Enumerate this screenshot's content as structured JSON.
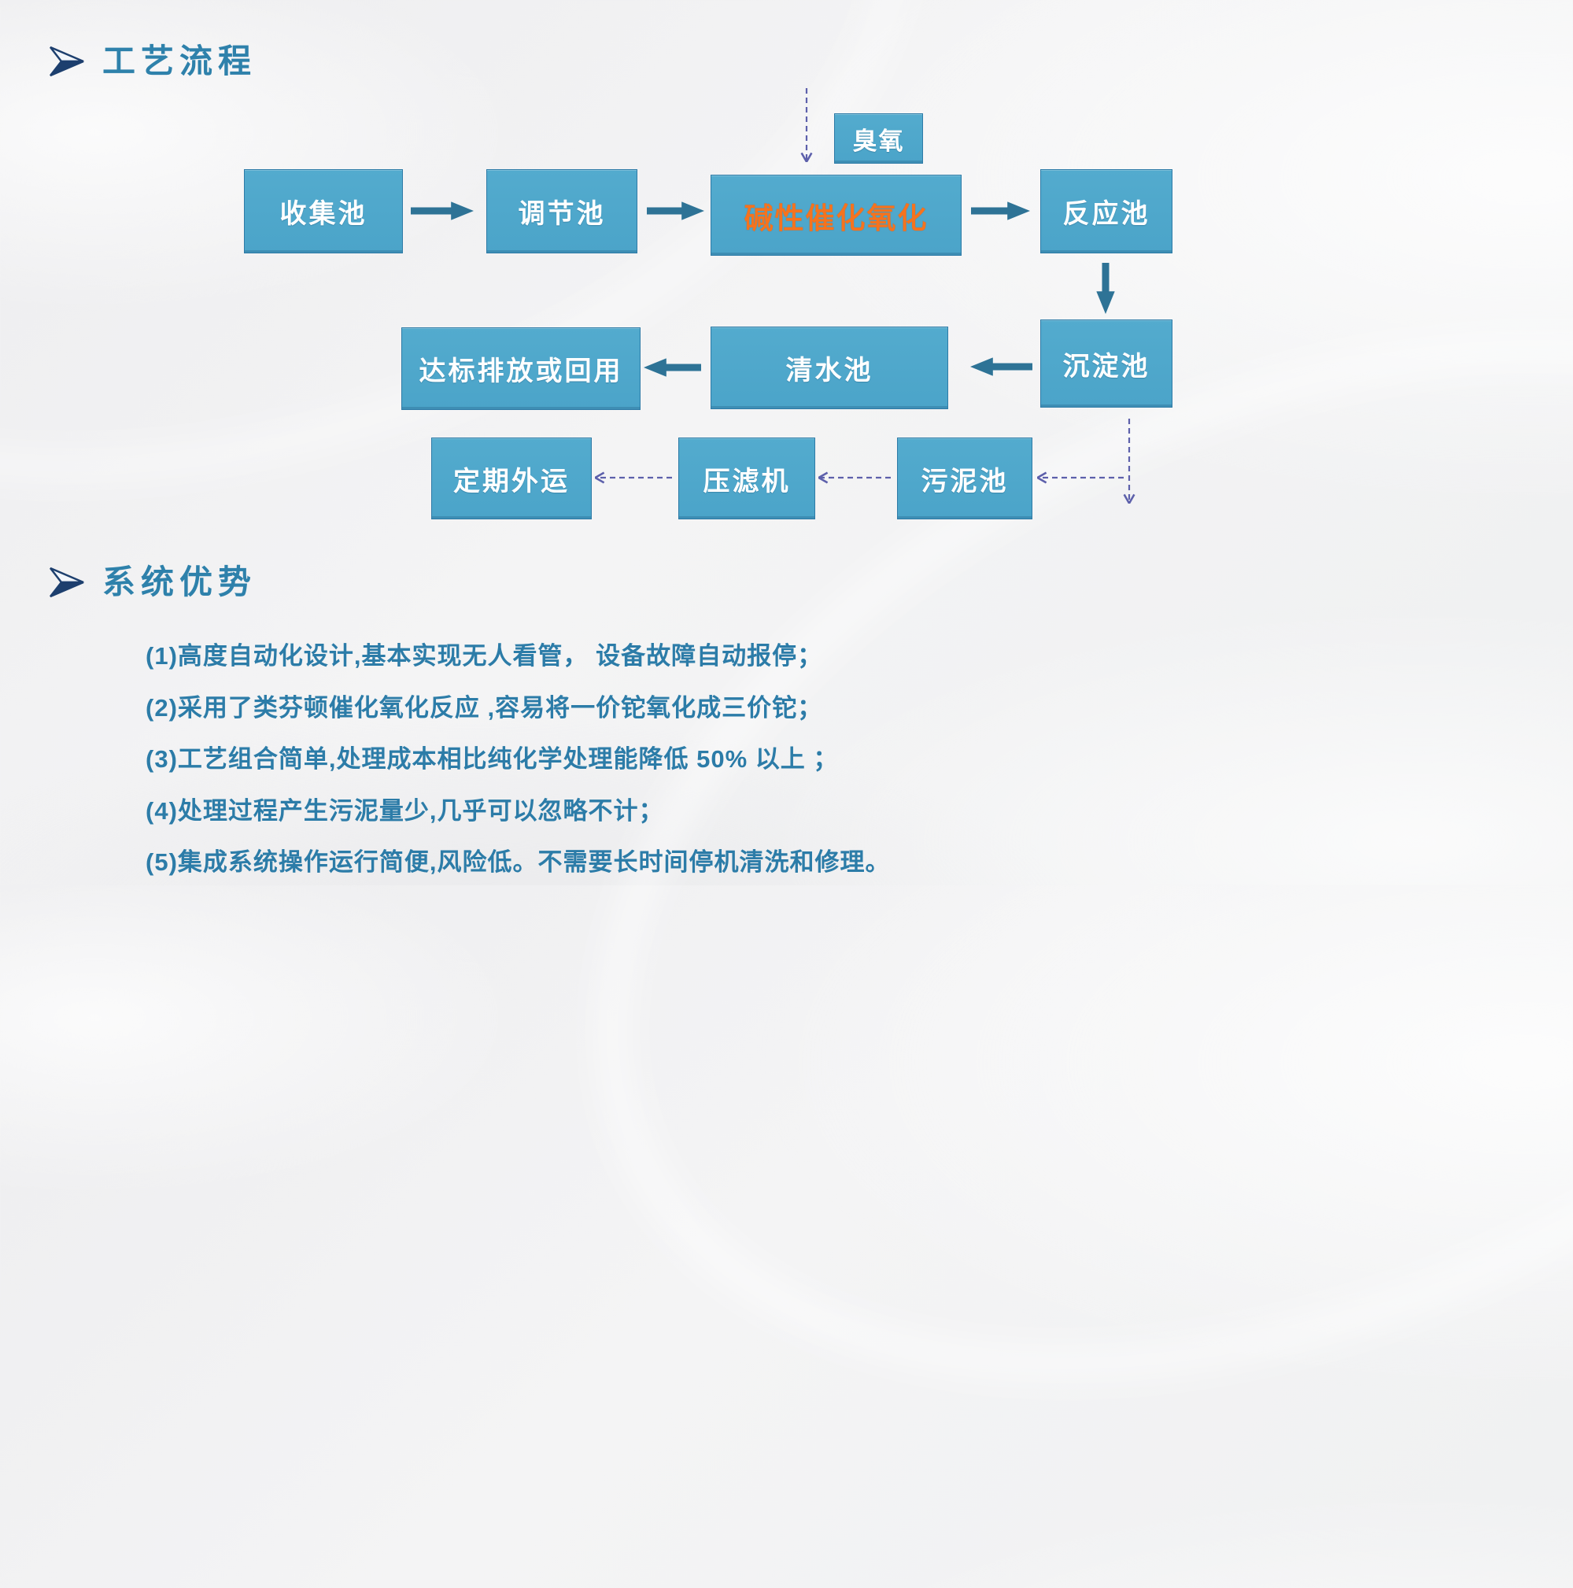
{
  "headings": {
    "process_flow": "工艺流程",
    "system_advantages": "系统优势"
  },
  "flow": {
    "boxes": {
      "collection": "收集池",
      "regulation": "调节池",
      "catalytic": "碱性催化氧化",
      "reaction": "反应池",
      "ozone": "臭氧",
      "sedimentation": "沉淀池",
      "clearwater": "清水池",
      "discharge": "达标排放或回用",
      "sludge": "污泥池",
      "filterpress": "压滤机",
      "transport": "定期外运"
    },
    "edges": [
      "收集池→调节池",
      "调节池→碱性催化氧化",
      "臭氧⇢碱性催化氧化",
      "碱性催化氧化→反应池",
      "反应池→沉淀池",
      "沉淀池→清水池",
      "清水池→达标排放或回用",
      "沉淀池⇢污泥池",
      "污泥池⇢压滤机",
      "压滤机⇢定期外运"
    ]
  },
  "advantages": [
    "(1)高度自动化设计,基本实现无人看管， 设备故障自动报停；",
    "(2)采用了类芬顿催化氧化反应 ,容易将一价铊氧化成三价铊；",
    "(3)工艺组合简单,处理成本相比纯化学处理能降低  50%  以上  ；",
    "(4)处理过程产生污泥量少,几乎可以忽略不计；",
    "(5)集成系统操作运行简便,风险低。不需要长时间停机清洗和修理。"
  ],
  "colors": {
    "box_fill": "#4BA4C9",
    "box_border": "#2E7BA7",
    "box_text": "#FFFFFF",
    "accent_orange": "#F5731E",
    "solid_arrow": "#2E7396",
    "dashed_arrow": "#5D60AB",
    "heading_text": "#2E81AB",
    "body_text": "#2C7CA8",
    "background": "#F0F0F1"
  }
}
